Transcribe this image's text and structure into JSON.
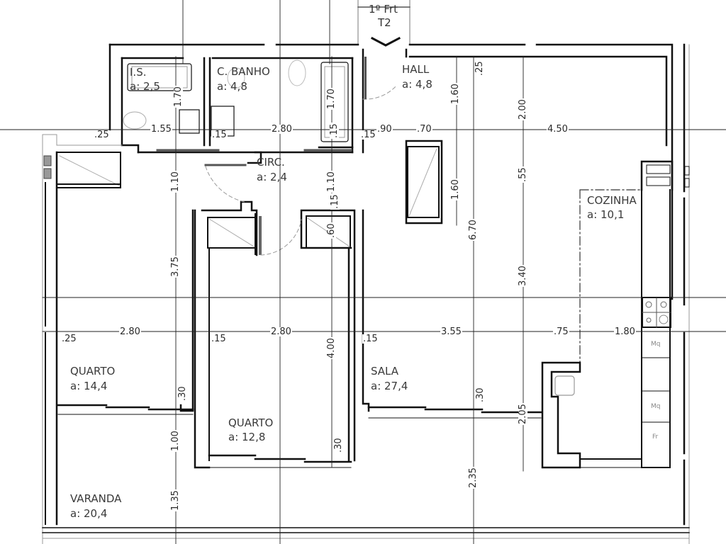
{
  "unit": {
    "floor": "1º Frt",
    "type": "T2"
  },
  "rooms": [
    {
      "name": "I.S.",
      "area": "a: 2,5"
    },
    {
      "name": "C. BANHO",
      "area": "a: 4,8"
    },
    {
      "name": "HALL",
      "area": "a: 4,8"
    },
    {
      "name": "CIRC.",
      "area": "a: 2,4"
    },
    {
      "name": "COZINHA",
      "area": "a: 10,1"
    },
    {
      "name": "QUARTO",
      "area": "a: 14,4"
    },
    {
      "name": "SALA",
      "area": "a: 27,4"
    },
    {
      "name": "QUARTO",
      "area": "a: 12,8"
    },
    {
      "name": "VARANDA",
      "area": "a: 20,4"
    }
  ],
  "dimensions": {
    "top_row": [
      ".25",
      "1.55",
      ".15",
      "2.80",
      ".15",
      ".90",
      ".70",
      "4.50"
    ],
    "mid_row": [
      ".25",
      "2.80",
      ".15",
      "2.80",
      ".15",
      "3.55",
      ".75",
      "1.80"
    ],
    "vertical": {
      "is_height": "1.70",
      "bath_tub": "1.70",
      "tub_gap": ".15",
      "circ_left": "1.10",
      "circ_right": "1.10",
      "closet_gap": ".15",
      "closet_depth": ".60",
      "quarto_left": "3.75",
      "quarto_mid": "4.00",
      "hall_top": "1.60",
      "hall_window": "1.60",
      "wall_top": ".25",
      "sala_total": "6.70",
      "kitchen_top": "2.00",
      "kitchen_small": ".55",
      "kitchen_mid": "3.40",
      "sill_left": ".30",
      "sill_mid": ".30",
      "sill_sala": ".30",
      "varanda_a": "1.00",
      "varanda_b": "1.35",
      "varanda_sala": "2.35",
      "kitchen_bottom": "2.05"
    }
  },
  "appliances": {
    "mq1": "Mq",
    "mq2": "Mq",
    "fr": "Fr"
  }
}
